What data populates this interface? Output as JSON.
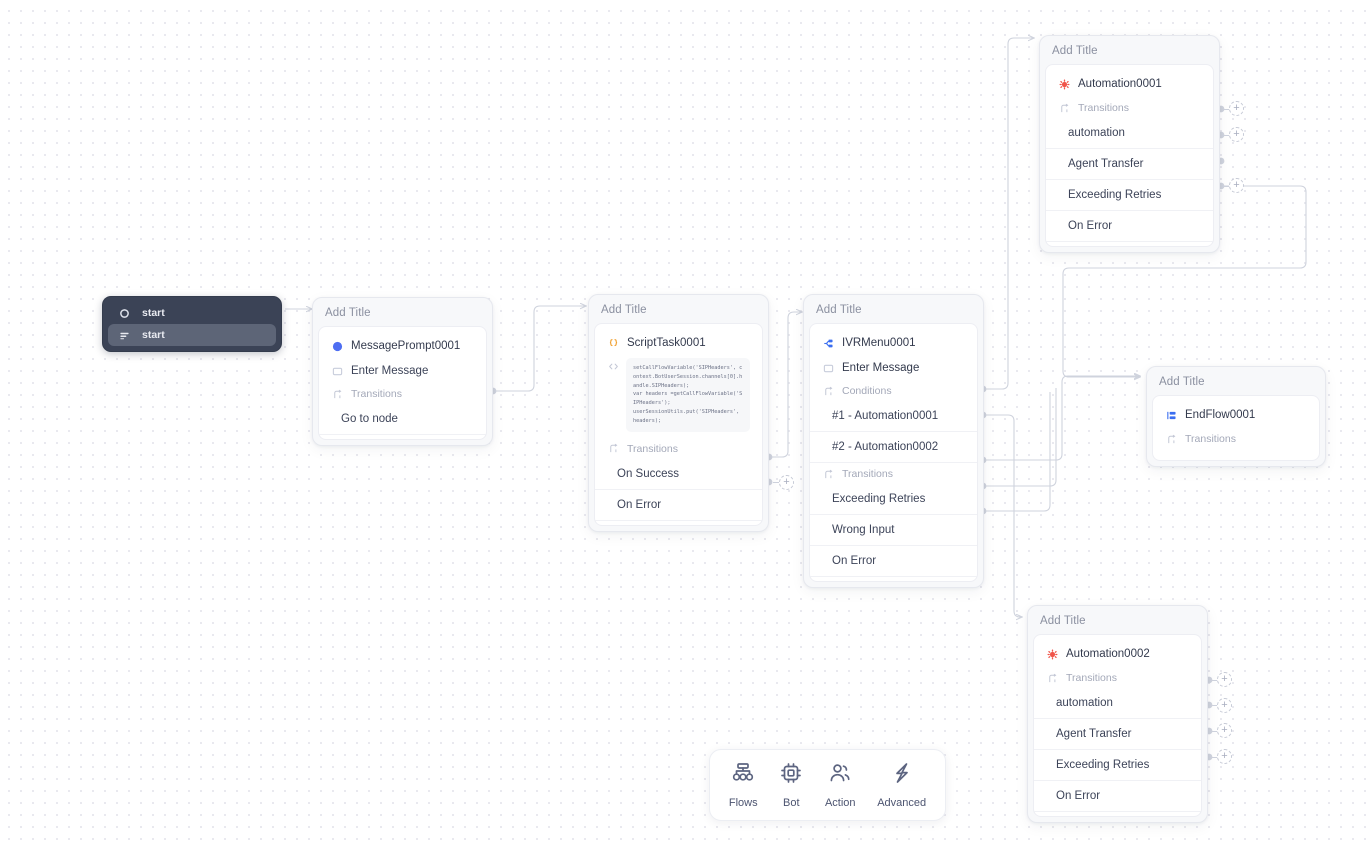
{
  "canvas": {
    "background": "#ffffff",
    "dot_color": "#e9e9ef"
  },
  "start_node": {
    "top_label": "start",
    "selected_label": "start",
    "top_icon": "target-circle-icon",
    "selected_icon": "list-bars-icon"
  },
  "nodes": [
    {
      "id": "message-prompt",
      "title": "Add Title",
      "name": "MessagePrompt0001",
      "name_icon": "message-bubble-icon",
      "name_color": "#4e6ef2",
      "message_placeholder": "Enter Message",
      "sections": [
        {
          "label": "Transitions",
          "icon": "transitions-icon",
          "items": [
            "Go to node"
          ]
        }
      ]
    },
    {
      "id": "script-task",
      "title": "Add Title",
      "name": "ScriptTask0001",
      "name_icon": "curly-braces-icon",
      "name_color": "#f0a030",
      "code_icon": "code-tag-icon",
      "code": "setCallFlowVariable('SIPHeaders', context.BotUserSession.channels[0].handle.SIPHeaders);\nvar headers =getCallFlowVariable('SIPHeaders');\nuserSessionUtils.put('SIPHeaders', headers);",
      "sections": [
        {
          "label": "Transitions",
          "icon": "transitions-icon",
          "items": [
            "On Success",
            "On Error"
          ]
        }
      ]
    },
    {
      "id": "ivr-menu",
      "title": "Add Title",
      "name": "IVRMenu0001",
      "name_icon": "ivr-menu-icon",
      "name_color": "#3b6ef0",
      "message_placeholder": "Enter Message",
      "sections": [
        {
          "label": "Conditions",
          "icon": "transitions-icon",
          "items": [
            "#1 - Automation0001",
            "#2 - Automation0002"
          ]
        },
        {
          "label": "Transitions",
          "icon": "transitions-icon",
          "items": [
            "Exceeding Retries",
            "Wrong Input",
            "On Error"
          ]
        }
      ]
    },
    {
      "id": "automation-0001",
      "title": "Add Title",
      "name": "Automation0001",
      "name_icon": "automation-gear-icon",
      "name_color": "#f0554a",
      "sections": [
        {
          "label": "Transitions",
          "icon": "transitions-icon",
          "items": [
            "automation",
            "Agent Transfer",
            "Exceeding Retries",
            "On Error"
          ]
        }
      ]
    },
    {
      "id": "automation-0002",
      "title": "Add Title",
      "name": "Automation0002",
      "name_icon": "automation-gear-icon",
      "name_color": "#f0554a",
      "sections": [
        {
          "label": "Transitions",
          "icon": "transitions-icon",
          "items": [
            "automation",
            "Agent Transfer",
            "Exceeding Retries",
            "On Error"
          ]
        }
      ]
    },
    {
      "id": "end-flow",
      "title": "Add Title",
      "name": "EndFlow0001",
      "name_icon": "end-flow-icon",
      "name_color": "#3b6ef0",
      "sections": [
        {
          "label": "Transitions",
          "icon": "transitions-icon",
          "items": []
        }
      ]
    }
  ],
  "toolbar": {
    "items": [
      {
        "label": "Flows",
        "icon": "flows-hierarchy-icon"
      },
      {
        "label": "Bot",
        "icon": "bot-chip-icon"
      },
      {
        "label": "Action",
        "icon": "action-people-icon"
      },
      {
        "label": "Advanced",
        "icon": "advanced-lightning-icon"
      }
    ]
  },
  "edge_color": "#cfd3dd",
  "plus_button_label": "+"
}
